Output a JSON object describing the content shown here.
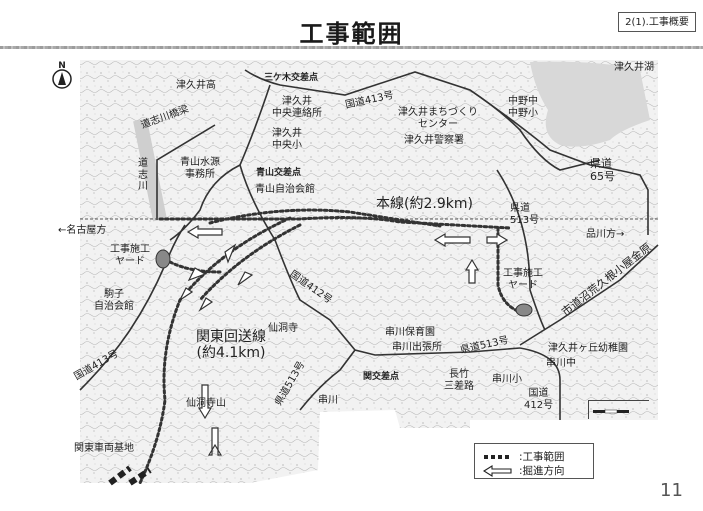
{
  "header": {
    "title": "工事範囲",
    "section_badge": "2(1).工事概要"
  },
  "map": {
    "north_label": "N",
    "labels": {
      "tsukui_lake": "津久井湖",
      "tsukui_high": "津久井高",
      "mikegi_intersection": "三ケ木交差点",
      "route413_top": "国道413号",
      "tsukui_central_office_1": "津久井",
      "tsukui_central_office_2": "中央連絡所",
      "machizukuri_1": "津久井まちづくり",
      "machizukuri_2": "センター",
      "nakano_jhs": "中野中",
      "nakano_es": "中野小",
      "doshi_bridge": "道志川橋梁",
      "tsukui_central_es_1": "津久井",
      "tsukui_central_es_2": "中央小",
      "police_station": "津久井警察署",
      "doshi_river_1": "道",
      "doshi_river_2": "志",
      "doshi_river_3": "川",
      "aoyama_water_1": "青山水源",
      "aoyama_water_2": "事務所",
      "aoyama_intersection": "青山交差点",
      "aoyama_hall": "青山自治会館",
      "pref65_1": "県道",
      "pref65_2": "65号",
      "main_line": "本線(約2.9km)",
      "to_nagoya": "←名古屋方",
      "pref513_1": "県道",
      "pref513_2": "513号",
      "to_shinagawa": "品川方→",
      "yard_left_1": "工事施工",
      "yard_left_2": "ヤード",
      "yard_right_1": "工事施工",
      "yard_right_2": "ヤード",
      "route412_mid": "国道412号",
      "city_road": "市道沼荒久根小屋金原",
      "komagi_hall_1": "駒子",
      "komagi_hall_2": "自治会館",
      "sendoji": "仙洞寺",
      "kanto_return_1": "関東回送線",
      "kanto_return_2": "(約4.1km)",
      "kushikawa_nursery": "串川保育園",
      "kushikawa_branch": "串川出張所",
      "pref513_mid": "県道513号",
      "tsukuigaoka_kg": "津久井ヶ丘幼稚園",
      "route413_left": "国道413号",
      "kushikawa_jhs": "串川中",
      "seki_intersection": "関交差点",
      "nagatake_1": "長竹",
      "nagatake_2": "三差路",
      "kushikawa_es": "串川小",
      "pref513_left": "県道513号",
      "sendoji_mountain": "仙洞寺山",
      "kushikawa": "串川",
      "route412_bottom_1": "国道",
      "route412_bottom_2": "412号",
      "kanto_depot": "関東車両基地"
    }
  },
  "legend": {
    "construction_range": ":工事範囲",
    "excavation_direction": ":掘進方向"
  },
  "footer": {
    "page_number": "11"
  }
}
